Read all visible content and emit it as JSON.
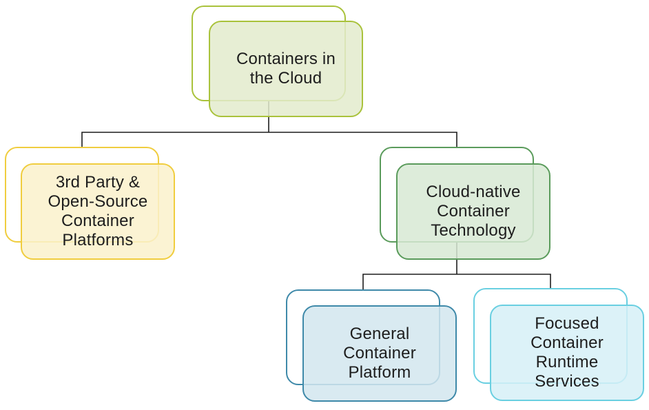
{
  "diagram": {
    "nodes": [
      {
        "label": "Containers in\nthe Cloud",
        "border_color": "#a9c23b",
        "fill_color": "rgba(227,235,205,0.85)"
      },
      {
        "label": "3rd Party &\nOpen-Source\nContainer\nPlatforms",
        "border_color": "#f0cd3e",
        "fill_color": "rgba(250,241,203,0.85)"
      },
      {
        "label": "Cloud-native\nContainer\nTechnology",
        "border_color": "#5a9b5b",
        "fill_color": "rgba(215,233,212,0.85)"
      },
      {
        "label": "General\nContainer\nPlatform",
        "border_color": "#3e89a9",
        "fill_color": "rgba(210,230,238,0.85)"
      },
      {
        "label": "Focused\nContainer\nRuntime\nServices",
        "border_color": "#69cfe1",
        "fill_color": "rgba(214,240,247,0.85)"
      }
    ],
    "edges": [
      {
        "from": "Containers in the Cloud",
        "to": "3rd Party & Open-Source Container Platforms"
      },
      {
        "from": "Containers in the Cloud",
        "to": "Cloud-native Container Technology"
      },
      {
        "from": "Cloud-native Container Technology",
        "to": "General Container Platform"
      },
      {
        "from": "Cloud-native Container Technology",
        "to": "Focused Container Runtime Services"
      }
    ],
    "connector_color": "#1d1d1d",
    "text_color": "#1d1d1d",
    "background_color": "#ffffff"
  }
}
